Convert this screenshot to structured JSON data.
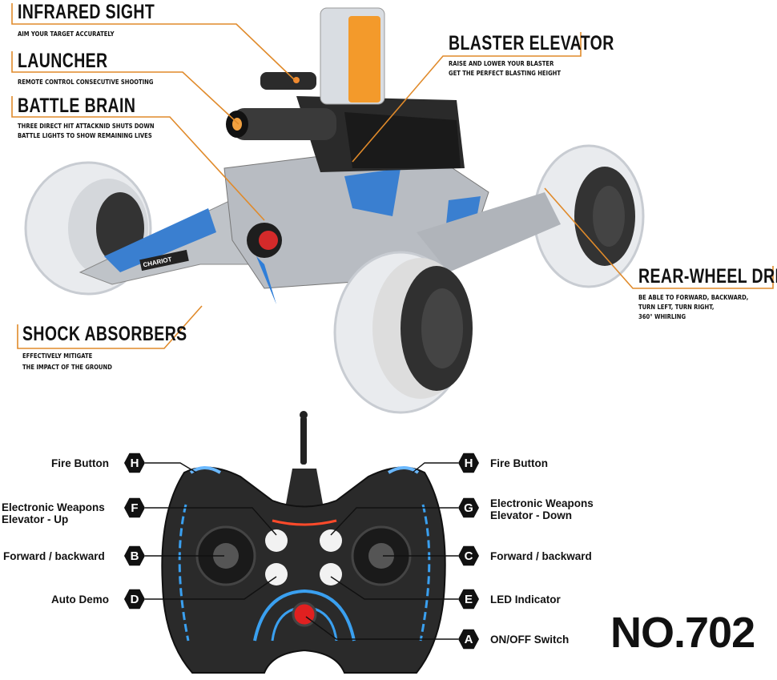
{
  "features": [
    {
      "title": "INFRARED SIGHT",
      "lines": [
        "AIM YOUR TARGET ACCURATELY"
      ]
    },
    {
      "title": "LAUNCHER",
      "lines": [
        "REMOTE CONTROL CONSECUTIVE SHOOTING"
      ]
    },
    {
      "title": "BATTLE BRAIN",
      "lines": [
        "THREE DIRECT HIT ATTACKNID SHUTS DOWN",
        "BATTLE LIGHTS TO SHOW REMAINING LIVES"
      ]
    },
    {
      "title": "BLASTER ELEVATOR",
      "lines": [
        "RAISE AND  LOWER YOUR BLASTER",
        "GET THE PERFECT BLASTING HEIGHT"
      ]
    },
    {
      "title": "REAR-WHEEL DRIVE",
      "lines": [
        "BE ABLE TO FORWARD, BACKWARD,",
        "TURN LEFT, TURN RIGHT,",
        "360° WHIRLING"
      ]
    },
    {
      "title": "SHOCK ABSORBERS",
      "lines": [
        "EFFECTIVELY MITIGATE",
        "THE IMPACT OF THE GROUND"
      ]
    }
  ],
  "car_badge": "CHARIOT",
  "controller": {
    "left": [
      {
        "letter": "H",
        "label": [
          "Fire Button"
        ]
      },
      {
        "letter": "F",
        "label": [
          "Electronic Weapons",
          "Elevator - Up"
        ]
      },
      {
        "letter": "B",
        "label": [
          "Forward / backward"
        ]
      },
      {
        "letter": "D",
        "label": [
          "Auto Demo"
        ]
      }
    ],
    "right": [
      {
        "letter": "H",
        "label": [
          "Fire Button"
        ]
      },
      {
        "letter": "G",
        "label": [
          "Electronic Weapons",
          "Elevator - Down"
        ]
      },
      {
        "letter": "C",
        "label": [
          "Forward / backward"
        ]
      },
      {
        "letter": "E",
        "label": [
          "LED Indicator"
        ]
      },
      {
        "letter": "A",
        "label": [
          "ON/OFF Switch"
        ]
      }
    ]
  },
  "model_number": "NO.702",
  "colors": {
    "accent_line": "#e08a2a",
    "blue_led": "#3aa0f0",
    "red_button": "#e02020",
    "body_dark": "#2a2a2a"
  }
}
